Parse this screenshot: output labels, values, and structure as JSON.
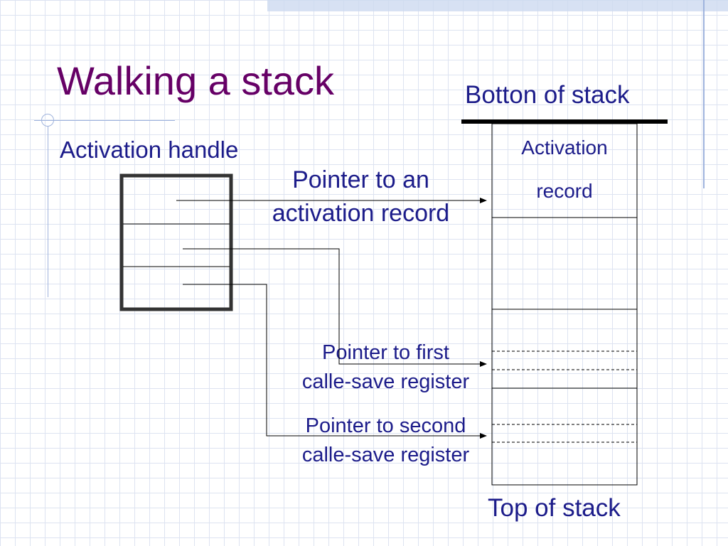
{
  "slide": {
    "title": "Walking a stack",
    "activation_handle_label": "Activation handle",
    "bottom_label": "Botton of stack",
    "top_label": "Top of stack",
    "activation_record_line1": "Activation",
    "activation_record_line2": "record",
    "pointer_record_line1": "Pointer to an",
    "pointer_record_line2": "activation record",
    "pointer_first_line1": "Pointer to first",
    "pointer_first_line2": "calle-save register",
    "pointer_second_line1": "Pointer to second",
    "pointer_second_line2": "calle-save register"
  },
  "colors": {
    "title": "#660066",
    "text": "#1c1c8a",
    "lines": "#000000",
    "grid": "#dde3f1",
    "accent": "#9fb3dd"
  }
}
